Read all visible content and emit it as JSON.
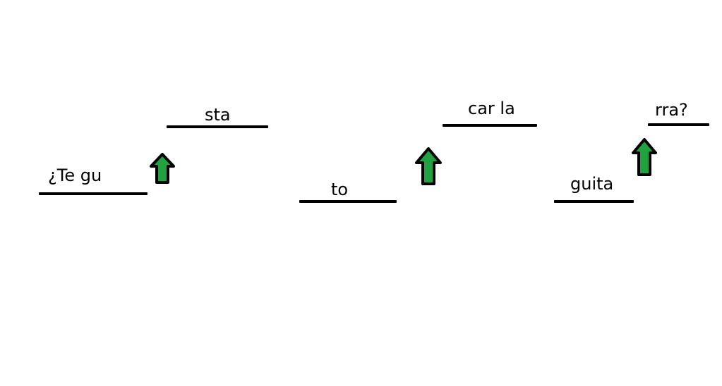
{
  "colors": {
    "arrow_fill": "#22A140",
    "arrow_stroke": "#000000",
    "line": "#000000",
    "text": "#000000",
    "background": "#FFFFFF"
  },
  "syllables": {
    "s1": "¿Te gu",
    "s2": "sta",
    "s3": "to",
    "s4": "car la",
    "s5": "guita",
    "s6": "rra?"
  },
  "icons": {
    "arrow": "up-arrow-icon"
  }
}
